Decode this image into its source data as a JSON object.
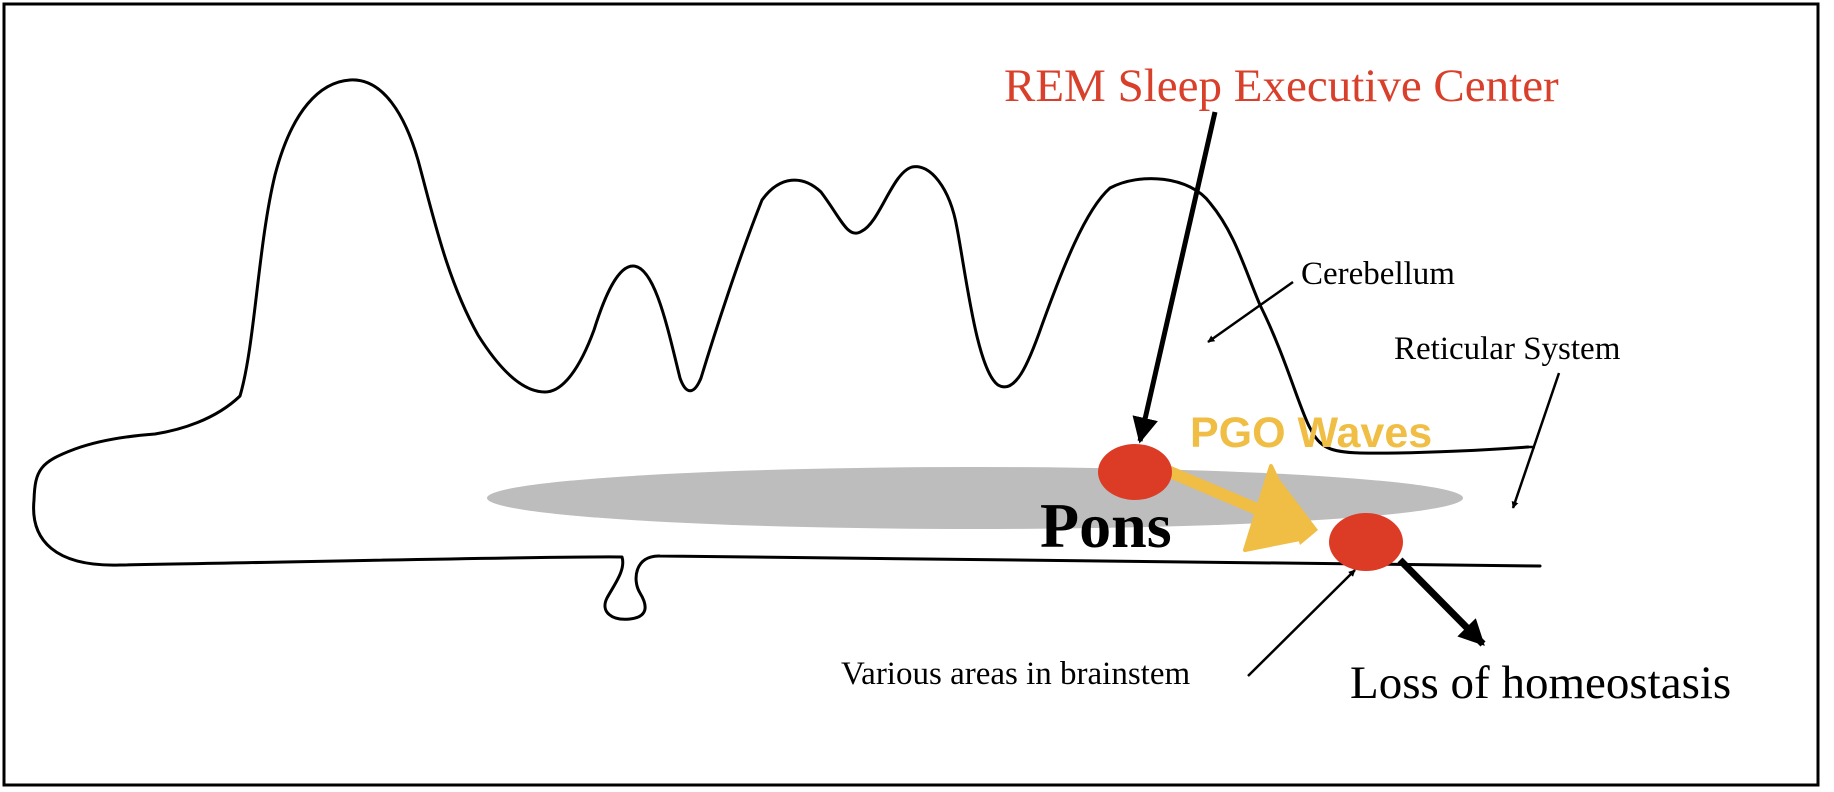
{
  "labels": {
    "rem_center": "REM Sleep Executive Center",
    "cerebellum": "Cerebellum",
    "reticular_system": "Reticular System",
    "pgo_waves": "PGO Waves",
    "pons": "Pons",
    "brainstem_areas": "Various areas in brainstem",
    "homeostasis": "Loss of homeostasis"
  },
  "colors": {
    "red_label": "#d9402b",
    "red_node": "#dc3b26",
    "pgo": "#f0bd45",
    "reticular_band": "#bdbdbd",
    "outline": "#000000"
  }
}
